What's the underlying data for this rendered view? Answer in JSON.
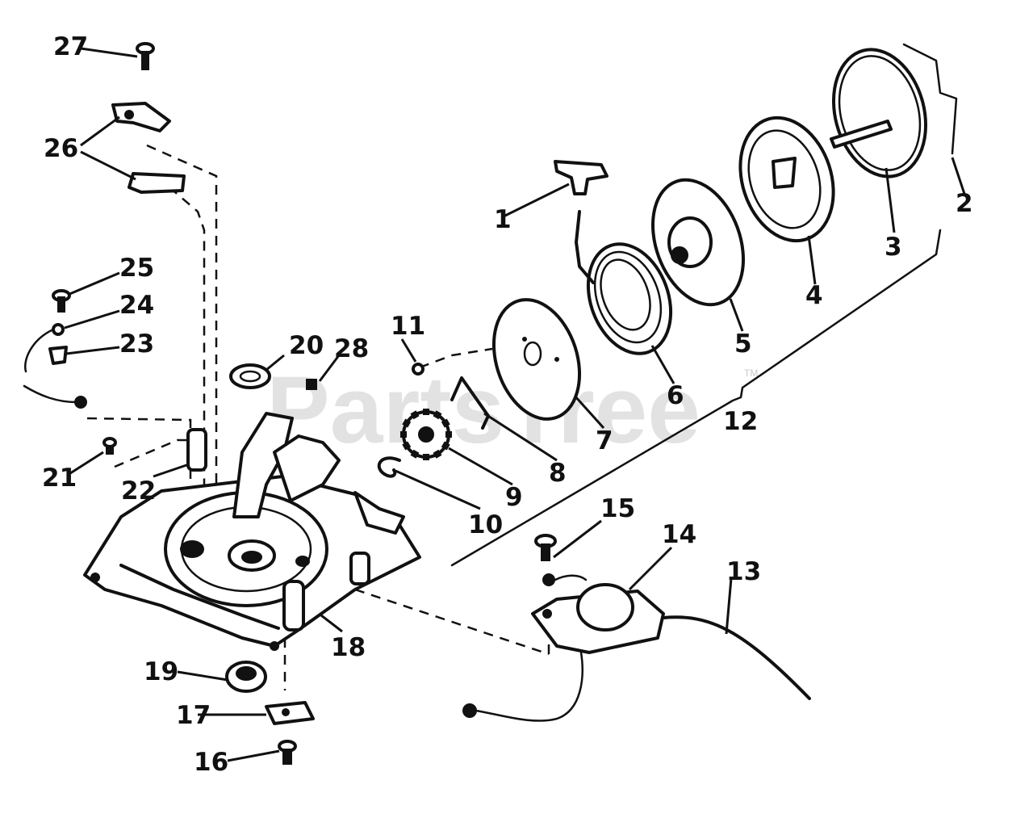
{
  "watermark": {
    "text": "PartsTree",
    "trademark": "TM"
  },
  "callouts": [
    "1",
    "2",
    "3",
    "4",
    "5",
    "6",
    "7",
    "8",
    "9",
    "10",
    "11",
    "12",
    "13",
    "14",
    "15",
    "16",
    "17",
    "18",
    "19",
    "20",
    "21",
    "22",
    "23",
    "24",
    "25",
    "26",
    "27",
    "28"
  ]
}
